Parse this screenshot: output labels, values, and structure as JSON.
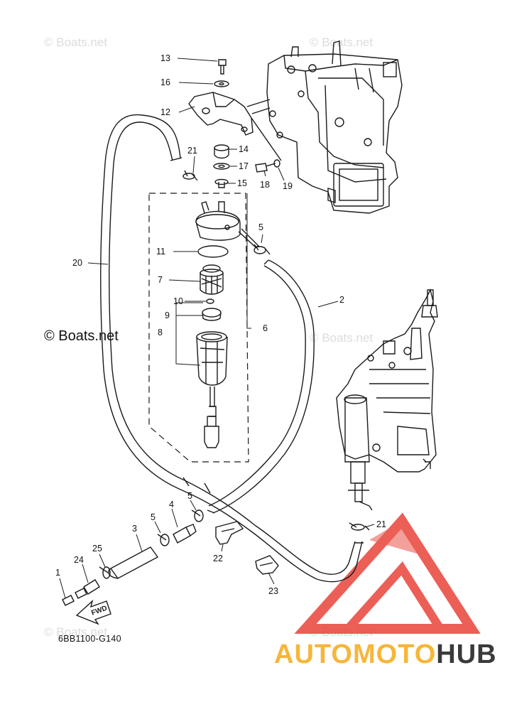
{
  "watermark": "© Boats.net",
  "copyright": "© Boats.net",
  "diagram_code": "6BB1100-G140",
  "logo": {
    "part1": "AUTOMOTO",
    "part2": "HUB",
    "color1": "#f6b63a",
    "color2": "#3a3a3a",
    "mark_color": "#e8443a"
  },
  "fwd_label": "FWD",
  "callouts": [
    {
      "id": "c1",
      "text": "1"
    },
    {
      "id": "c2",
      "text": "2"
    },
    {
      "id": "c3",
      "text": "3"
    },
    {
      "id": "c4",
      "text": "4"
    },
    {
      "id": "c5a",
      "text": "5"
    },
    {
      "id": "c5b",
      "text": "5"
    },
    {
      "id": "c5c",
      "text": "5"
    },
    {
      "id": "c6",
      "text": "6"
    },
    {
      "id": "c7",
      "text": "7"
    },
    {
      "id": "c8",
      "text": "8"
    },
    {
      "id": "c9",
      "text": "9"
    },
    {
      "id": "c10",
      "text": "10"
    },
    {
      "id": "c11",
      "text": "11"
    },
    {
      "id": "c12",
      "text": "12"
    },
    {
      "id": "c13",
      "text": "13"
    },
    {
      "id": "c14",
      "text": "14"
    },
    {
      "id": "c15",
      "text": "15"
    },
    {
      "id": "c16",
      "text": "16"
    },
    {
      "id": "c17",
      "text": "17"
    },
    {
      "id": "c18",
      "text": "18"
    },
    {
      "id": "c19",
      "text": "19"
    },
    {
      "id": "c20",
      "text": "20"
    },
    {
      "id": "c21a",
      "text": "21"
    },
    {
      "id": "c21b",
      "text": "21"
    },
    {
      "id": "c22",
      "text": "22"
    },
    {
      "id": "c23",
      "text": "23"
    },
    {
      "id": "c24",
      "text": "24"
    },
    {
      "id": "c25",
      "text": "25"
    }
  ]
}
